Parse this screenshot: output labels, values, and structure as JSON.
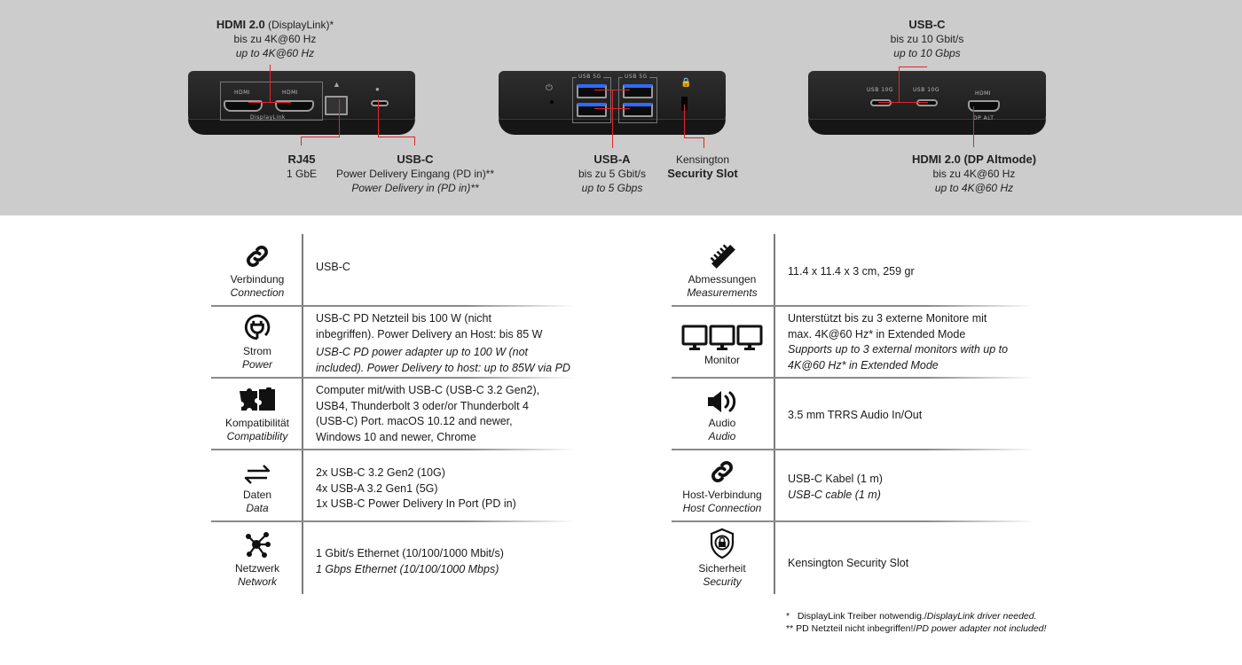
{
  "devices": {
    "left": {
      "hdmi_label": {
        "title": "HDMI 2.0",
        "suffix": "(DisplayLink)*",
        "de": "bis zu 4K@60 Hz",
        "en": "up to 4K@60 Hz"
      },
      "rj45_label": {
        "title": "RJ45",
        "de": "1 GbE"
      },
      "usbc_label": {
        "title": "USB-C",
        "de": "Power Delivery Eingang (PD in)**",
        "en": "Power Delivery in (PD in)**"
      },
      "port_texts": {
        "hdmi1": "HDMI",
        "hdmi2": "HDMI",
        "displaylink": "DisplayLink"
      }
    },
    "middle": {
      "usba_label": {
        "title": "USB-A",
        "de": "bis zu 5 Gbit/s",
        "en": "up to 5 Gbps"
      },
      "kensington_label": {
        "line1": "Kensington",
        "line2": "Security Slot"
      },
      "port_texts": {
        "usb1": "USB 5G",
        "usb2": "USB 5G"
      }
    },
    "right": {
      "usbc_label": {
        "title": "USB-C",
        "de": "bis zu 10 Gbit/s",
        "en": "up to 10 Gbps"
      },
      "hdmi_label": {
        "title": "HDMI 2.0 (DP Altmode)",
        "de": "bis zu 4K@60 Hz",
        "en": "up to 4K@60 Hz"
      },
      "port_texts": {
        "usbc1": "USB 10G",
        "usbc2": "USB 10G",
        "hdmi": "HDMI",
        "dpalt": "DP ALT"
      }
    }
  },
  "specs_left": [
    {
      "icon": "link-icon",
      "de": "Verbindung",
      "en": "Connection",
      "value": [
        "USB-C"
      ]
    },
    {
      "icon": "power-plug-icon",
      "de": "Strom",
      "en": "Power",
      "value": [
        "USB-C PD Netzteil bis 100 W (nicht",
        "inbegriffen). Power Delivery an Host: bis 85 W"
      ],
      "value_en": [
        "USB-C PD power adapter up to 100 W (not",
        "included). Power Delivery to host: up to 85W via PD"
      ]
    },
    {
      "icon": "puzzle-icon",
      "de": "Kompatibilität",
      "en": "Compatibility",
      "value": [
        "Computer mit/with USB-C (USB-C 3.2 Gen2),",
        "USB4, Thunderbolt 3 oder/or Thunderbolt 4",
        "(USB-C) Port. macOS 10.12 and newer,",
        "Windows 10 and newer, Chrome"
      ]
    },
    {
      "icon": "data-transfer-icon",
      "de": "Daten",
      "en": "Data",
      "value": [
        "2x USB-C 3.2 Gen2 (10G)",
        "4x USB-A 3.2 Gen1 (5G)",
        "1x USB-C Power Delivery In Port (PD in)"
      ]
    },
    {
      "icon": "network-icon",
      "de": "Netzwerk",
      "en": "Network",
      "value": [
        "1 Gbit/s Ethernet (10/100/1000 Mbit/s)"
      ],
      "value_en": [
        "1 Gbps Ethernet (10/100/1000 Mbps)"
      ]
    }
  ],
  "specs_right": [
    {
      "icon": "ruler-icon",
      "de": "Abmessungen",
      "en": "Measurements",
      "value": [
        "11.4 x 11.4 x 3 cm, 259 gr"
      ]
    },
    {
      "icon": "monitors-icon",
      "de": "Monitor",
      "en": "",
      "value": [
        "Unterstützt bis zu 3 externe Monitore mit",
        "max. 4K@60 Hz* in Extended Mode"
      ],
      "value_en": [
        "Supports up to 3 external monitors with up to",
        "4K@60 Hz* in Extended Mode"
      ]
    },
    {
      "icon": "speaker-icon",
      "de": "Audio",
      "en": "Audio",
      "value": [
        "3.5 mm TRRS Audio In/Out"
      ]
    },
    {
      "icon": "link-icon",
      "de": "Host-Verbindung",
      "en": "Host Connection",
      "value": [
        "USB-C Kabel (1 m)"
      ],
      "value_en": [
        "USB-C cable (1 m)"
      ]
    },
    {
      "icon": "shield-lock-icon",
      "de": "Sicherheit",
      "en": "Security",
      "value": [
        "Kensington Security Slot"
      ]
    }
  ],
  "footnotes": [
    {
      "mark": "*",
      "de": "DisplayLink Treiber notwendig./",
      "en": "DisplayLink driver needed."
    },
    {
      "mark": "**",
      "de": "PD Netzteil nicht inbegriffen!/",
      "en": "PD power adapter not included!"
    }
  ],
  "colors": {
    "top_band": "#cccccc",
    "callout_red": "#e0262c",
    "device_body": "#222222",
    "usb_blue": "#2f6bff"
  }
}
